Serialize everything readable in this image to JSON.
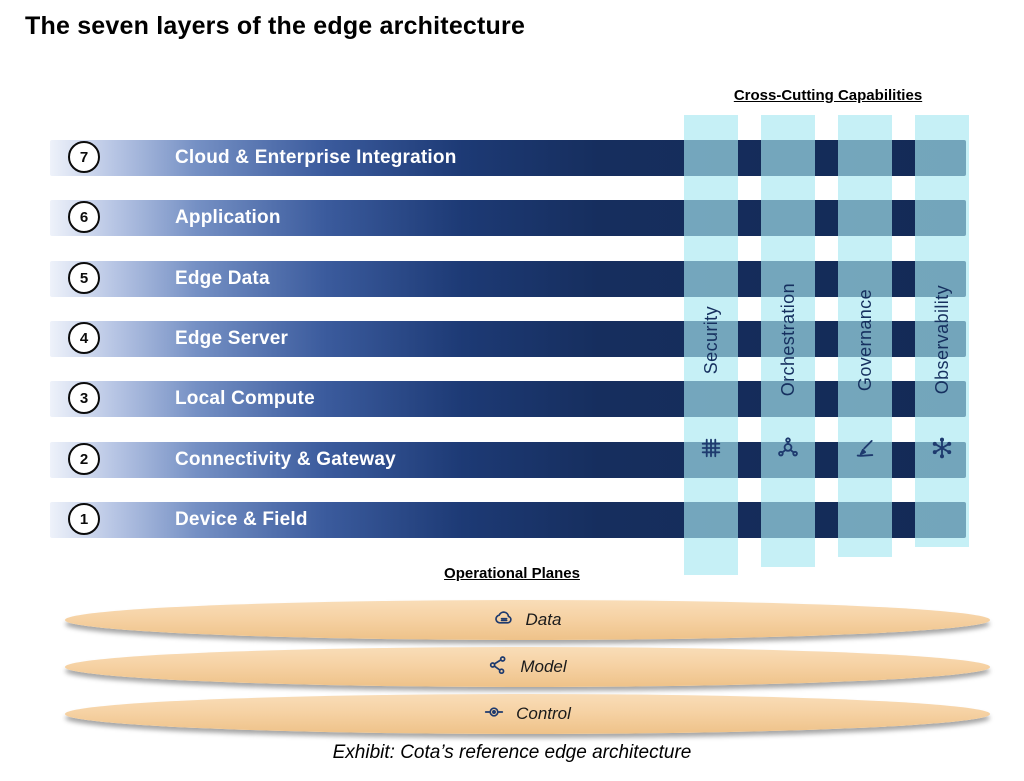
{
  "title": "The seven layers of the edge architecture",
  "cross_cutting": {
    "header": "Cross-Cutting Capabilities",
    "columns": [
      {
        "label": "Security",
        "icon": "grid-icon"
      },
      {
        "label": "Orchestration",
        "icon": "gear-network-icon"
      },
      {
        "label": "Governance",
        "icon": "writing-hand-icon"
      },
      {
        "label": "Observability",
        "icon": "snowflake-icon"
      }
    ]
  },
  "layers": [
    {
      "number": "7",
      "label": "Cloud & Enterprise Integration"
    },
    {
      "number": "6",
      "label": "Application"
    },
    {
      "number": "5",
      "label": "Edge Data"
    },
    {
      "number": "4",
      "label": "Edge Server"
    },
    {
      "number": "3",
      "label": "Local Compute"
    },
    {
      "number": "2",
      "label": "Connectivity & Gateway"
    },
    {
      "number": "1",
      "label": "Device & Field"
    }
  ],
  "operational_planes": {
    "header": "Operational Planes",
    "planes": [
      {
        "label": "Data",
        "icon": "cloud-database-icon"
      },
      {
        "label": "Model",
        "icon": "network-nodes-icon"
      },
      {
        "label": "Control",
        "icon": "control-dial-icon"
      }
    ]
  },
  "caption": "Exhibit: Cota’s reference edge architecture",
  "colors": {
    "bar_navy": "#16305e",
    "column_cyan": "#c4f0f6",
    "plane_peach": "#f6d2a4",
    "icon_navy": "#1e3a6e"
  }
}
